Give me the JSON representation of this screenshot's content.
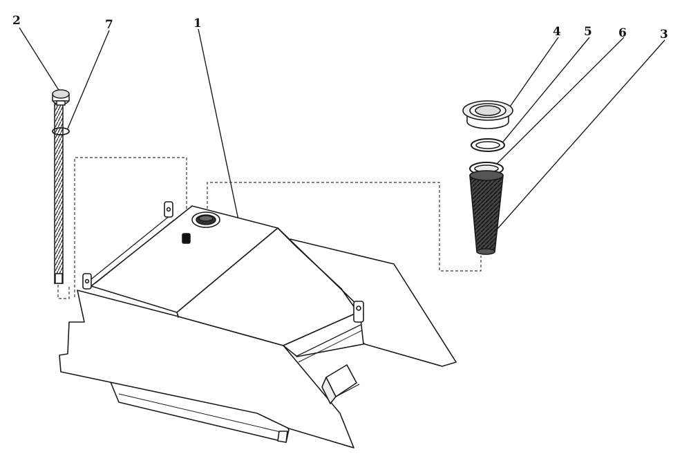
{
  "callouts": {
    "c1": "1",
    "c2": "2",
    "c3": "3",
    "c4": "4",
    "c5": "5",
    "c6": "6",
    "c7": "7"
  },
  "colors": {
    "line": "#1a1a1a",
    "paper": "#ffffff",
    "hatch": "#2a2a2a"
  }
}
